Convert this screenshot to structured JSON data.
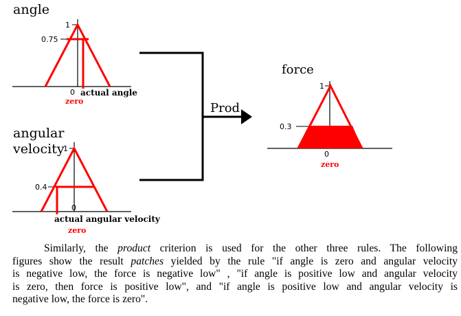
{
  "diagram": {
    "angle_panel": {
      "title": "angle",
      "tick_one": "1",
      "tick_level": "0.75",
      "tick_zero": "0",
      "axis_caption": "actual angle",
      "set_label": "zero"
    },
    "velocity_panel": {
      "title_line1": "angular",
      "title_line2": "velocity",
      "tick_one": "1",
      "tick_level": "0.4",
      "tick_zero": "0",
      "axis_caption": "actual angular velocity",
      "set_label": "zero"
    },
    "operator_label": "Prod",
    "force_panel": {
      "title": "force",
      "tick_one": "1",
      "tick_level": "0.3",
      "tick_zero": "0",
      "set_label": "zero"
    },
    "colors": {
      "membership": "#ff0000",
      "axes": "#000000",
      "fill": "#ff0000"
    }
  },
  "paragraph": {
    "line1_a": "Similarly, the ",
    "line1_em": "product",
    "line1_b": " criterion is used for the other three rules. The following",
    "line2_a": "figures show the result ",
    "line2_em": "patches",
    "line2_b": " yielded by the rule \"if angle is zero and angular velocity",
    "line3": "is negative low, the force is negative low\" , \"if angle is positive low and angular velocity",
    "line4": "is zero, then force is positive low\", and \"if angle is positive low and angular velocity is",
    "line5": "negative low, the force is zero\"."
  }
}
